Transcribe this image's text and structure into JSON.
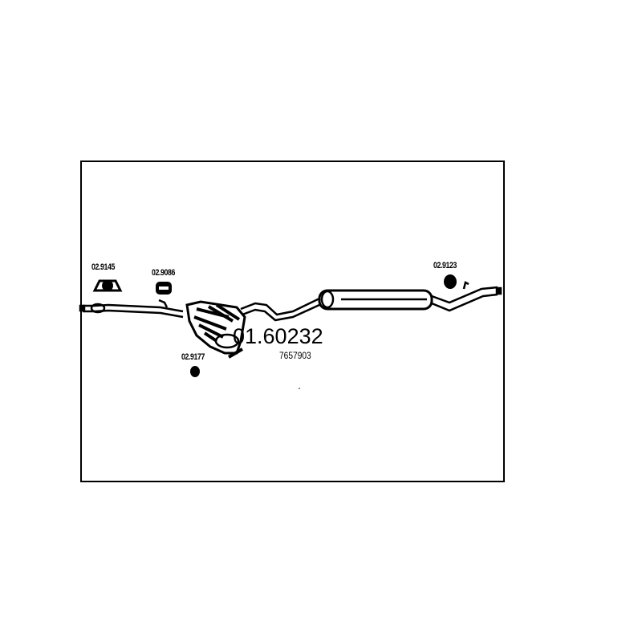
{
  "diagram": {
    "part_number": "01.60232",
    "oe_number": "7657903",
    "parts": [
      {
        "label": "02.9145",
        "type": "clamp"
      },
      {
        "label": "02.9086",
        "type": "rubber-mount"
      },
      {
        "label": "02.9177",
        "type": "rubber-mount"
      },
      {
        "label": "02.9123",
        "type": "rubber-mount"
      }
    ]
  }
}
